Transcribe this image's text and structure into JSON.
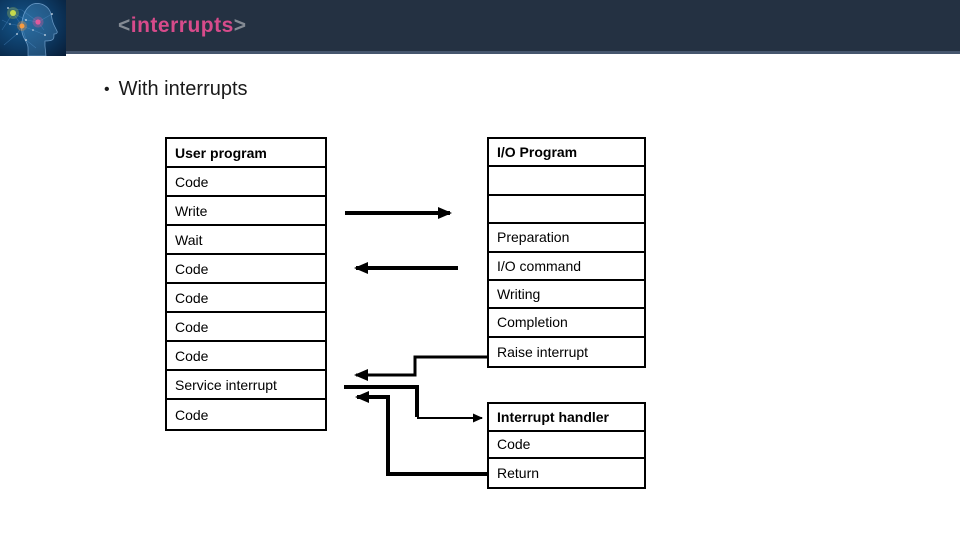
{
  "header": {
    "title_open": "<",
    "title_word": "interrupts",
    "title_close": ">",
    "bar_color": "#243142",
    "accent_color": "#d74b8b",
    "bracket_color": "#848b94",
    "logo": "neural-head-logo"
  },
  "slide": {
    "bullet": "•",
    "bullet_text": "With interrupts"
  },
  "diagram": {
    "user_program": {
      "rows": [
        "User program",
        "Code",
        "Write",
        "Wait",
        "Code",
        "Code",
        "Code",
        "Code",
        "Service interrupt",
        "Code"
      ]
    },
    "io_program": {
      "rows": [
        "I/O Program",
        "",
        "",
        "Preparation",
        "I/O command",
        "Writing",
        "Completion",
        "Raise interrupt"
      ]
    },
    "interrupt_handler": {
      "rows": [
        "Interrupt handler",
        "Code",
        "Return"
      ]
    },
    "connector_color": "#000000"
  }
}
